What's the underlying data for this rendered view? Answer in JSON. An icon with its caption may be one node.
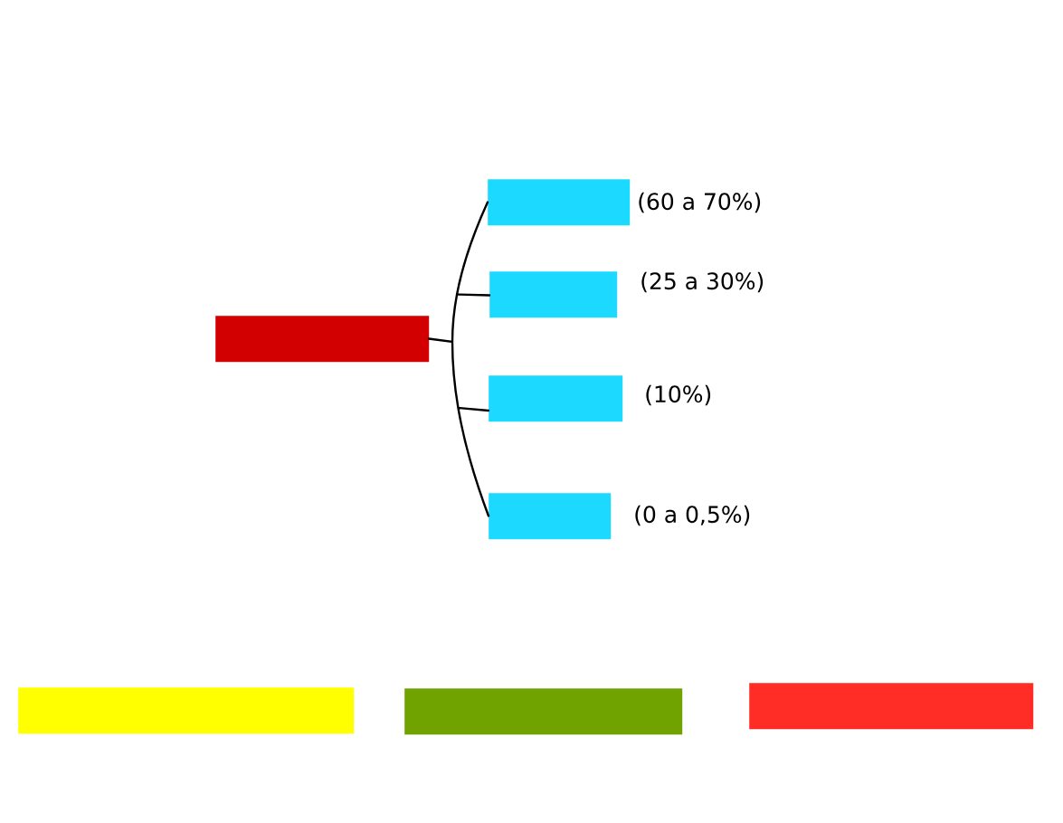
{
  "diagram": {
    "nodes": [
      {
        "text": [],
        "shape": "box"
      },
      {
        "text": [],
        "shape": "box",
        "beside": [
          "(60 a 70%)"
        ]
      },
      {
        "text": [],
        "shape": "box",
        "beside": [
          "(25 a 30%)"
        ]
      },
      {
        "text": [],
        "shape": "box",
        "beside": [
          "(10%)"
        ]
      },
      {
        "text": [],
        "shape": "box",
        "beside": [
          "(0 a 0,5%)"
        ]
      },
      {
        "text": [],
        "shape": "box"
      },
      {
        "text": [],
        "shape": "box"
      },
      {
        "text": [],
        "shape": "box"
      }
    ],
    "edges": [
      {
        "from": 0,
        "to": 1,
        "arrow": "none"
      },
      {
        "from": 0,
        "to": 2,
        "arrow": "none"
      },
      {
        "from": 0,
        "to": 3,
        "arrow": "none"
      },
      {
        "from": 0,
        "to": 4,
        "arrow": "none"
      }
    ]
  }
}
